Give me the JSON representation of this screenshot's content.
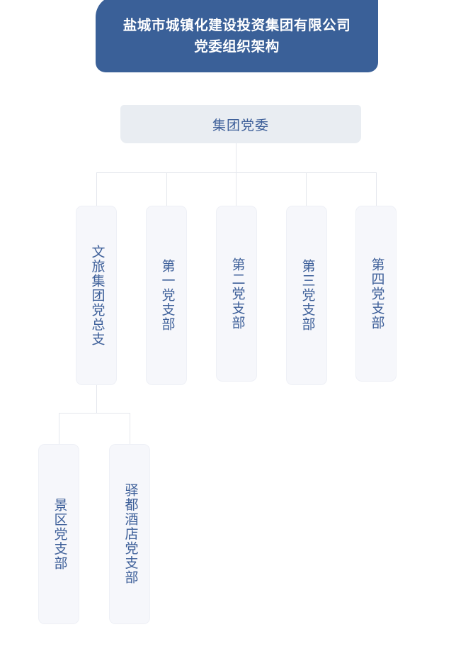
{
  "banner": {
    "line1": "盐城市城镇化建设投资集团有限公司",
    "line2": "党委组织架构",
    "background_color": "#3a6098",
    "text_color": "#ffffff"
  },
  "colors": {
    "root_node_fill": "#e9edf2",
    "leaf_node_fill": "#f6f7fb",
    "node_text": "#3d5f99",
    "connector_line": "#e4e7ed",
    "page_background": "#ffffff"
  },
  "org": {
    "root": {
      "label": "集团党委"
    },
    "level1": [
      {
        "label": "文旅集团党总支"
      },
      {
        "label": "第一党支部"
      },
      {
        "label": "第二党支部"
      },
      {
        "label": "第三党支部"
      },
      {
        "label": "第四党支部"
      }
    ],
    "level2": [
      {
        "label": "景区党支部"
      },
      {
        "label": "驿都酒店党支部"
      }
    ]
  }
}
